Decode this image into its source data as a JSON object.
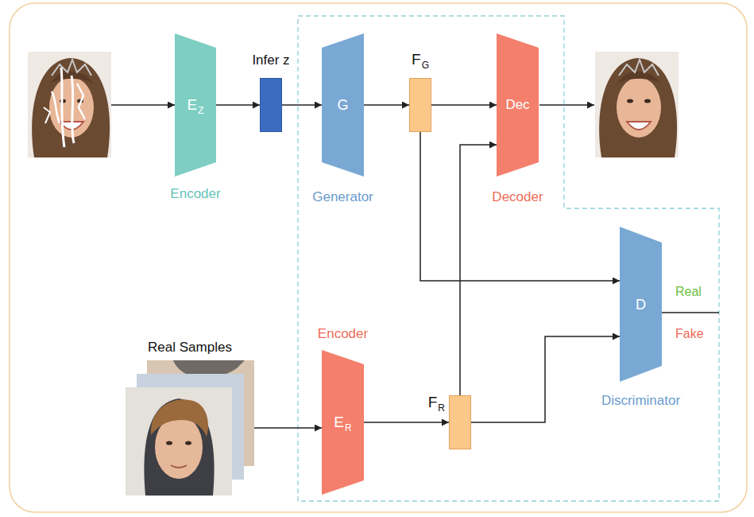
{
  "diagram": {
    "nodes": [
      {
        "text": [
          "E",
          "Z",
          "Encoder"
        ]
      },
      {
        "text": [
          "Infer z"
        ]
      },
      {
        "text": [
          "G",
          "Generator"
        ]
      },
      {
        "text": [
          "F",
          "G"
        ]
      },
      {
        "text": [
          "Dec",
          "Decoder"
        ]
      },
      {
        "text": [
          "Real Samples"
        ]
      },
      {
        "text": [
          "Encoder",
          "E",
          "R"
        ]
      },
      {
        "text": [
          "F",
          "R"
        ]
      },
      {
        "text": [
          "D",
          "Discriminator"
        ]
      }
    ],
    "edges": [
      {
        "from": 0,
        "to": 1,
        "arrow": "to"
      },
      {
        "from": 1,
        "to": 2,
        "arrow": "to"
      },
      {
        "from": 2,
        "to": 3,
        "arrow": "to"
      },
      {
        "from": 3,
        "to": 4,
        "arrow": "to"
      },
      {
        "from": 3,
        "to": 8,
        "arrow": "to"
      },
      {
        "from": 5,
        "to": 6,
        "arrow": "to"
      },
      {
        "from": 6,
        "to": 7,
        "arrow": "to"
      },
      {
        "from": 7,
        "to": 4,
        "arrow": "to"
      },
      {
        "from": 7,
        "to": 8,
        "arrow": "to"
      }
    ],
    "labels": [
      "Real",
      "Fake"
    ]
  }
}
